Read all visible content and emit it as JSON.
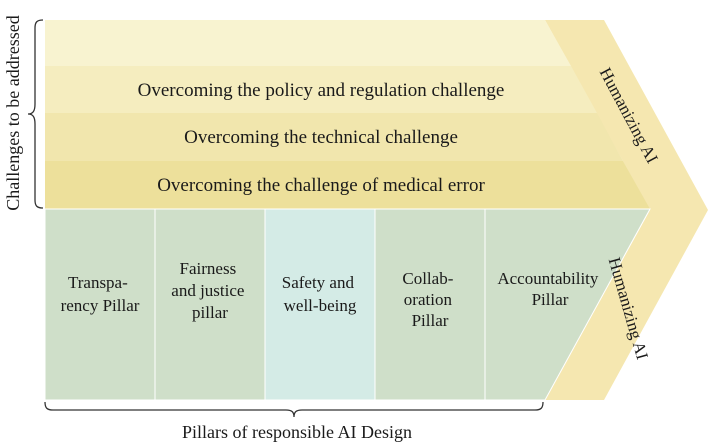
{
  "challenges_label": "Challenges to be addressed",
  "pillars_label": "Pillars of responsible AI Design",
  "bands": [
    {
      "label": "",
      "color": "#f8f3d0"
    },
    {
      "label": "Overcoming the policy and regulation challenge",
      "color": "#f5edbf"
    },
    {
      "label": "Overcoming the technical challenge",
      "color": "#f1e6ad"
    },
    {
      "label": "Overcoming the challenge of medical error",
      "color": "#ede09b"
    }
  ],
  "pillars": [
    {
      "lines": [
        "Transpa-",
        "rency Pillar"
      ],
      "color": "#cfdfc9"
    },
    {
      "lines": [
        "Fairness",
        "and justice",
        "pillar"
      ],
      "color": "#cfdfc9"
    },
    {
      "lines": [
        "Safety and",
        "well-being"
      ],
      "color": "#d4ebe6"
    },
    {
      "lines": [
        "Collab-",
        "oration",
        "Pillar"
      ],
      "color": "#cfdfc9"
    },
    {
      "lines": [
        "Accountability",
        "Pillar"
      ],
      "color": "#cfdfc9"
    }
  ],
  "arrow": {
    "upper_label": "Humanizing AI",
    "lower_label": "Humanizing AI",
    "color": "#f5e7b0"
  }
}
